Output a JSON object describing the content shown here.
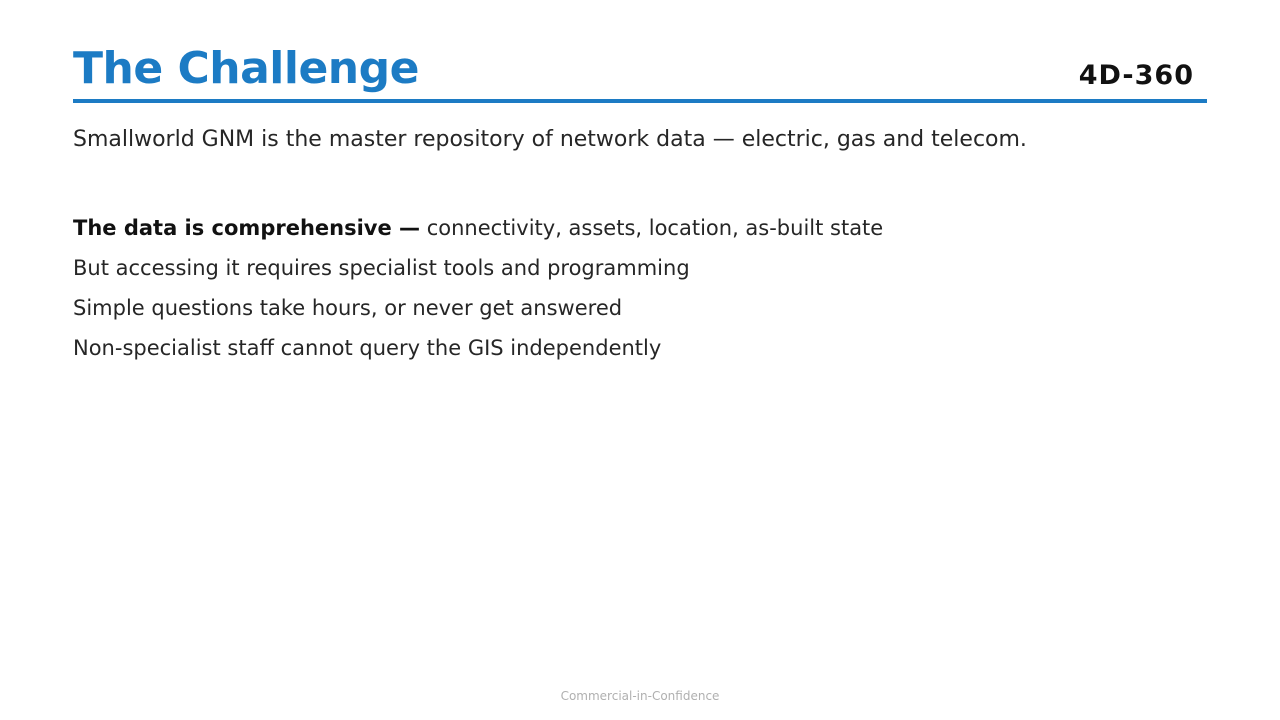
{
  "slide": {
    "title": "The Challenge",
    "logo_text": "4D-360",
    "intro": "Smallworld GNM is the master repository of network data — electric, gas and telecom.",
    "points": [
      {
        "lead": "The data is comprehensive —",
        "text": " connectivity, assets, location, as-built state"
      },
      {
        "lead": "",
        "text": "But accessing it requires specialist tools and programming"
      },
      {
        "lead": "",
        "text": "Simple questions take hours, or never get answered"
      },
      {
        "lead": "",
        "text": "Non-specialist staff cannot query the GIS independently"
      }
    ],
    "footer": "Commercial-in-Confidence"
  },
  "colors": {
    "accent": "#1c7bc4",
    "body_text": "#262626",
    "footer_text": "#b0b0b0"
  }
}
